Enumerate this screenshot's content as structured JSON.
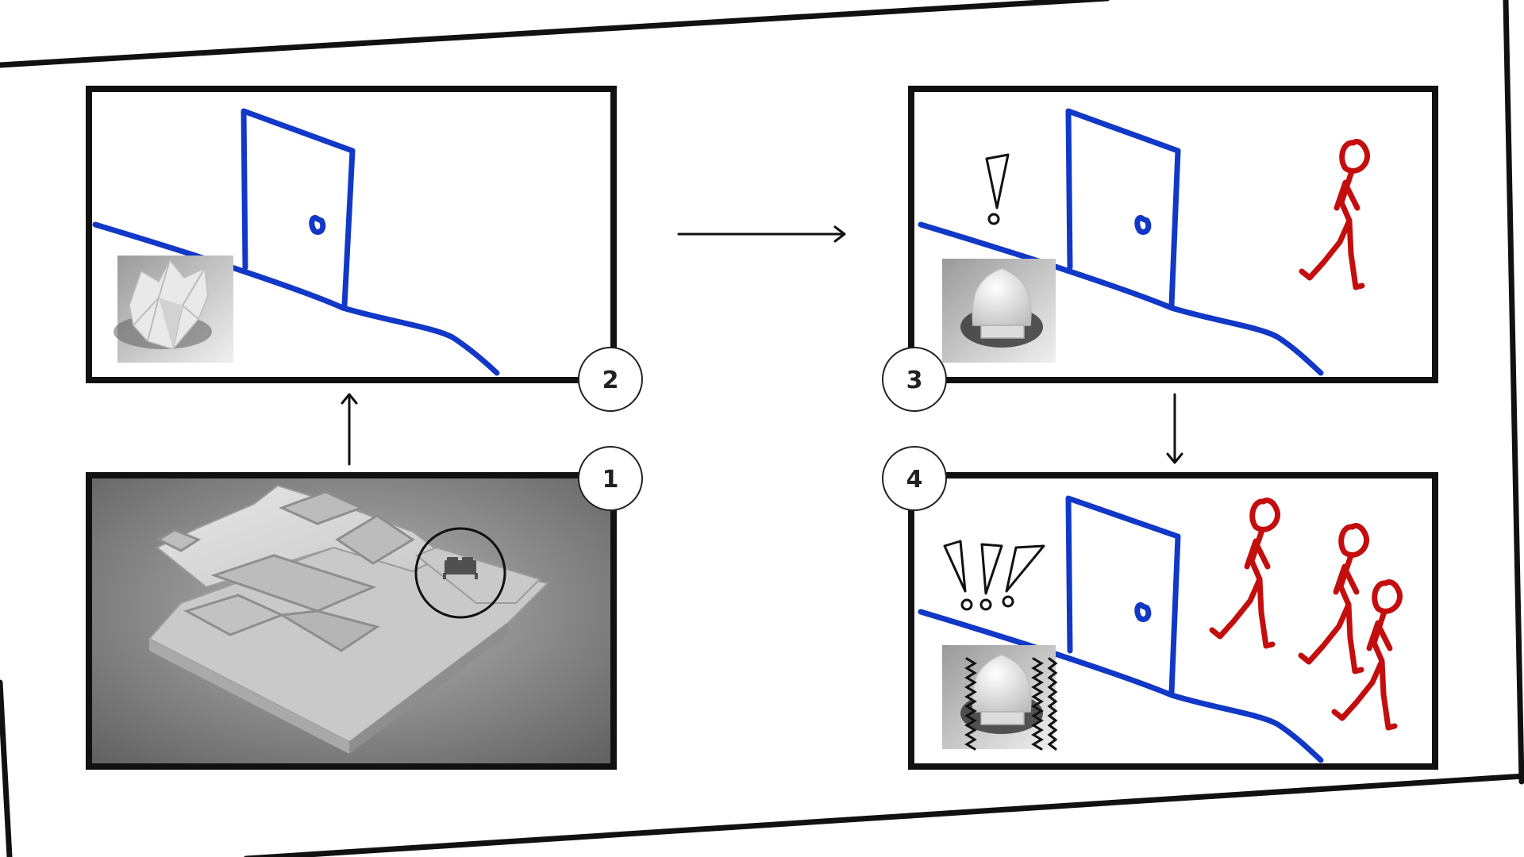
{
  "colors": {
    "frame": "#111111",
    "door_sketch": "#1138c6",
    "figure_sketch": "#c40e0e",
    "marks": "#111111",
    "render_background": "#8d8d8d",
    "model_surface": "#d4d4d4"
  },
  "panels": [
    {
      "label": "1",
      "content": [
        "building-model-render",
        "bedroom-highlight-circle",
        "bed-icon"
      ]
    },
    {
      "label": "2",
      "content": [
        "door-sketch",
        "wall-sketch",
        "open-flower-thumbnail"
      ]
    },
    {
      "label": "3",
      "content": [
        "door-sketch",
        "wall-sketch",
        "closed-bud-thumbnail",
        "exclamation-mark",
        "person-figure"
      ]
    },
    {
      "label": "4",
      "content": [
        "door-sketch",
        "wall-sketch",
        "closed-bud-thumbnail",
        "vibration-squiggles",
        "exclamation-mark",
        "exclamation-mark",
        "exclamation-mark",
        "person-figure",
        "person-figure",
        "person-figure"
      ]
    }
  ],
  "flow": [
    {
      "from": "1",
      "to": "2",
      "icon": "arrow-up-icon"
    },
    {
      "from": "2",
      "to": "3",
      "icon": "arrow-right-icon"
    },
    {
      "from": "3",
      "to": "4",
      "icon": "arrow-down-icon"
    }
  ]
}
